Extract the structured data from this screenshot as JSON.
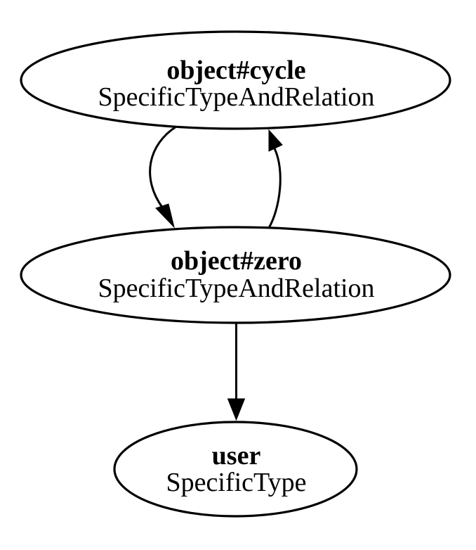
{
  "diagram": {
    "kind": "directed-graph",
    "background_color": "#ffffff",
    "line_color": "#000000",
    "text_color": "#000000",
    "nodes": [
      {
        "name": "object#cycle",
        "type": "SpecificTypeAndRelation"
      },
      {
        "name": "object#zero",
        "type": "SpecificTypeAndRelation"
      },
      {
        "name": "user",
        "type": "SpecificType"
      }
    ],
    "edges": [
      {
        "from": "object#cycle",
        "to": "object#zero",
        "style": "curved-left"
      },
      {
        "from": "object#zero",
        "to": "object#cycle",
        "style": "curved-right"
      },
      {
        "from": "object#zero",
        "to": "user",
        "style": "straight"
      }
    ]
  }
}
